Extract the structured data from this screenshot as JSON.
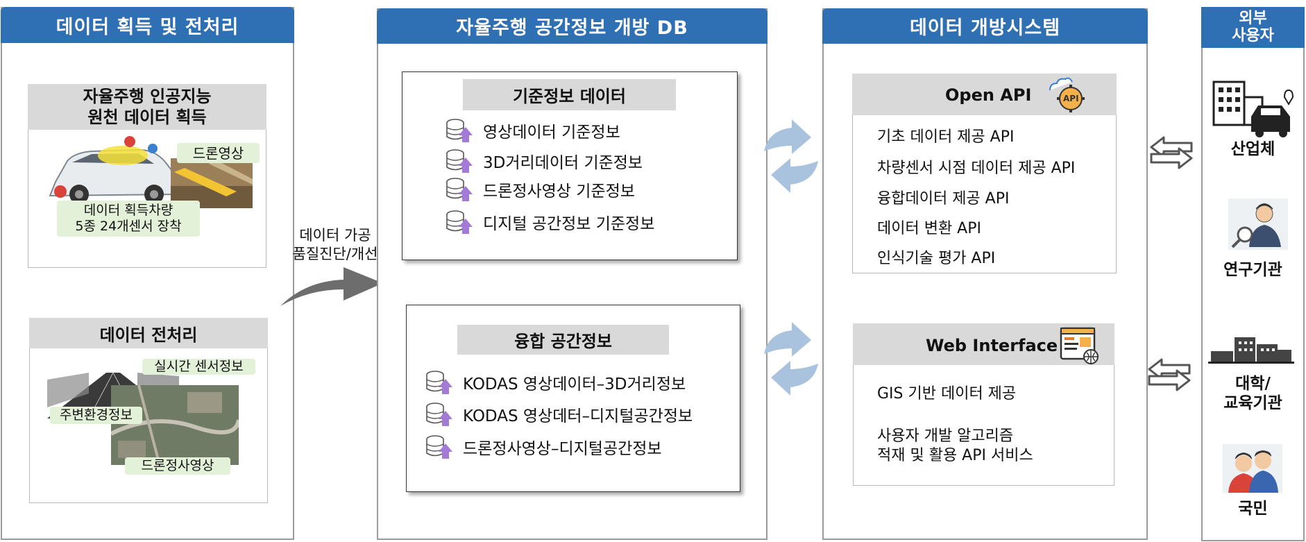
{
  "panel1": {
    "header": "데이터 획득 및 전처리",
    "acq": {
      "title_line1": "자율주행 인공지능",
      "title_line2": "원천 데이터 획득",
      "drone_tag": "드론영상",
      "vehicle_line1": "데이터 획득차량",
      "vehicle_line2": "5종 24개센서 장착"
    },
    "prep": {
      "title": "데이터 전처리",
      "tag_realtime": "실시간 센서정보",
      "tag_env": "주변환경정보",
      "tag_drone": "드론정사영상"
    }
  },
  "flow": {
    "line1": "데이터 가공",
    "line2": "품질진단/개선"
  },
  "panel2": {
    "header": "자율주행 공간정보 개방 DB",
    "base": {
      "title": "기준정보 데이터",
      "items": [
        "영상데이터 기준정보",
        "3D거리데이터 기준정보",
        "드론정사영상 기준정보",
        "디지털 공간정보 기준정보"
      ]
    },
    "fusion": {
      "title": "융합 공간정보",
      "items": [
        "KODAS 영상데이터–3D거리정보",
        "KODAS 영상데터–디지털공간정보",
        "드론정사영상–디지털공간정보"
      ]
    }
  },
  "panel3": {
    "header": "데이터 개방시스템",
    "open_api": {
      "title": "Open API",
      "icon_text": "API",
      "items": [
        "기초 데이터 제공 API",
        "차량센서 시점 데이터 제공 API",
        "융합데이터 제공 API",
        "데이터 변환 API",
        "인식기술 평가 API"
      ]
    },
    "web": {
      "title": "Web Interface",
      "item1": "GIS 기반 데이터 제공",
      "item2_line1": "사용자 개발 알고리즘",
      "item2_line2": "적재 및 활용 API 서비스"
    }
  },
  "panel4": {
    "header_line1": "외부",
    "header_line2": "사용자",
    "users": {
      "industry": "산업체",
      "research": "연구기관",
      "univ_line1": "대학/",
      "univ_line2": "교육기관",
      "citizen": "국민"
    }
  },
  "colors": {
    "header_blue": "#2f6fb3",
    "title_gray": "#d9d9d9",
    "tag_green": "#e4f1d9",
    "sync_arrow": "#a9c3df",
    "db_icon_purple": "#a37ad6"
  }
}
